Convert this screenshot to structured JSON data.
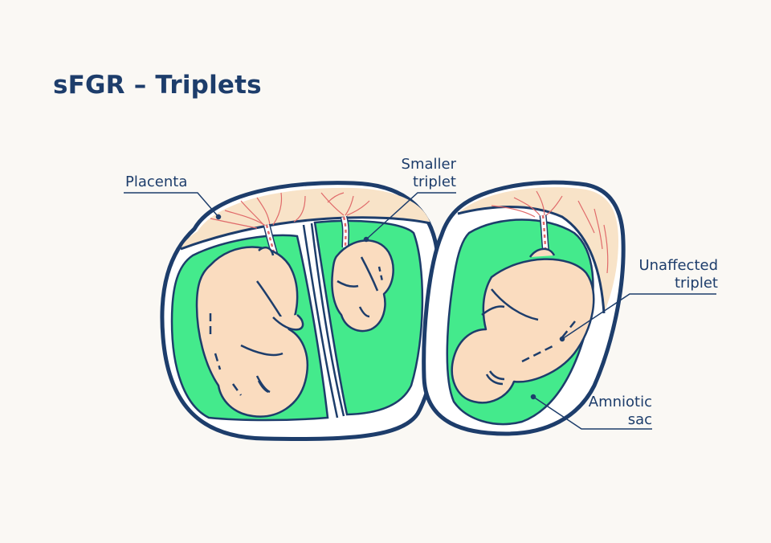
{
  "title": "sFGR – Triplets",
  "labels": {
    "placenta": "Placenta",
    "smaller_line1": "Smaller",
    "smaller_line2": "triplet",
    "unaffected_line1": "Unaffected",
    "unaffected_line2": "triplet",
    "amniotic_line1": "Amniotic",
    "amniotic_line2": "sac"
  },
  "colors": {
    "outline": "#1d3d6b",
    "amniotic_fluid": "#44ea8c",
    "placenta": "#f8e3c8",
    "fetus_skin": "#fadcbf",
    "vessels": "#e06a6a",
    "background": "#faf8f4"
  }
}
